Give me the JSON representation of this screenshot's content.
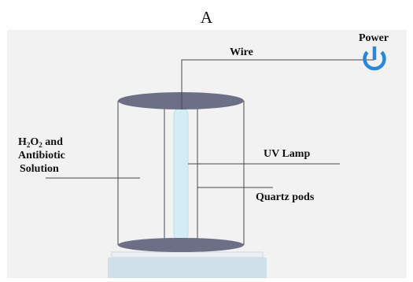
{
  "figure": {
    "panel_letter": "A"
  },
  "labels": {
    "power": "Power",
    "wire": "Wire",
    "solution_h": "H",
    "solution_sub1": "2",
    "solution_o": "O",
    "solution_sub2": "2",
    "solution_rest": " and",
    "solution_line2": "Antibiotic",
    "solution_line3": "Solution",
    "uv_lamp": "UV Lamp",
    "quartz": "Quartz pods"
  },
  "colors": {
    "background_panel": "#f2f2f2",
    "lid": "#6c6f86",
    "uv_lamp": "#d3ecf5",
    "power_icon": "#2b88d8",
    "hotplate": "#cfe0ea",
    "hotplate_top": "#ebeff2",
    "line": "#4a4a4a"
  },
  "icons": {
    "power": "power-icon"
  }
}
